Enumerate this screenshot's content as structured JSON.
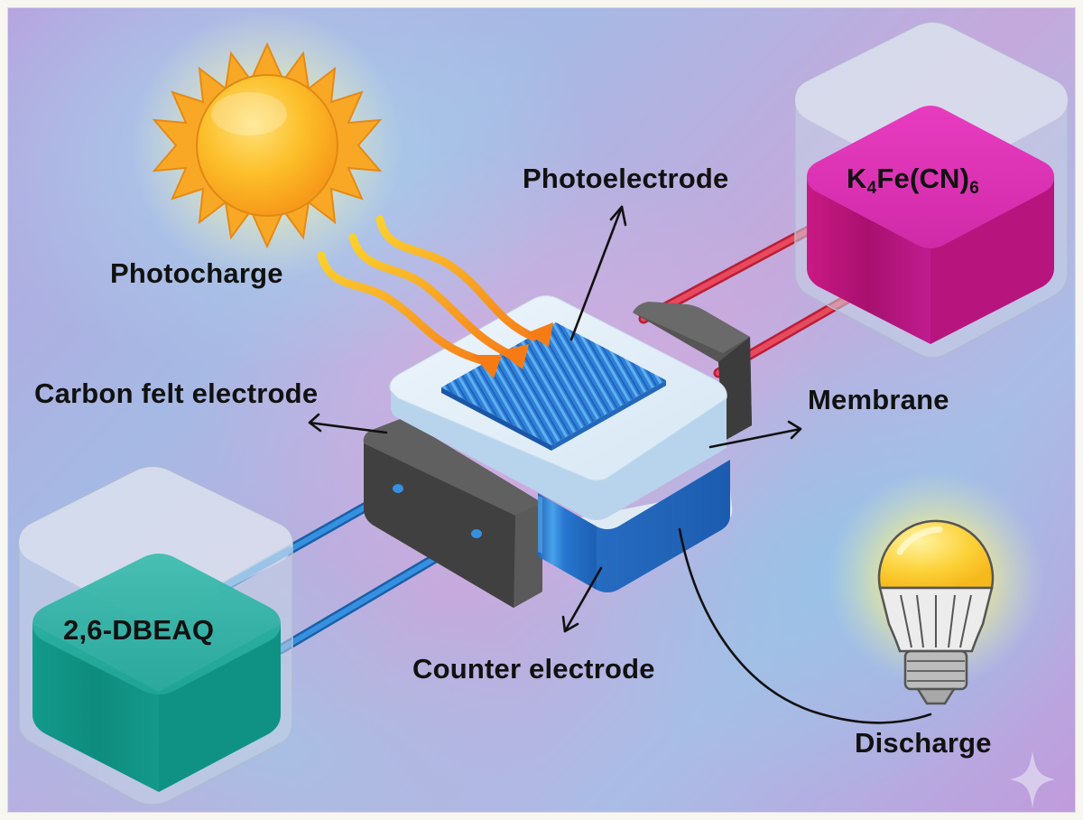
{
  "figure": {
    "type": "schematic diagram",
    "subject": "Solar redox flow battery (photo-rechargeable flow cell)",
    "labels": {
      "photocharge": "Photocharge",
      "photoelectrode": "Photoelectrode",
      "carbon_felt_electrode": "Carbon felt electrode",
      "membrane": "Membrane",
      "counter_electrode": "Counter electrode",
      "discharge": "Discharge",
      "anolyte": "2,6-DBEAQ",
      "catholyte_main": "K",
      "catholyte_sub1": "4",
      "catholyte_mid": "Fe(CN)",
      "catholyte_sub2": "6"
    },
    "components": [
      {
        "name": "sun",
        "role": "light source"
      },
      {
        "name": "light-rays",
        "count": 3,
        "role": "incident photons"
      },
      {
        "name": "flow-cell",
        "parts": [
          "photoelectrode",
          "membrane",
          "carbon felt electrode",
          "counter electrode"
        ]
      },
      {
        "name": "anolyte-tank",
        "content": "2,6-DBEAQ",
        "tube_color": "blue"
      },
      {
        "name": "catholyte-tank",
        "content": "K4Fe(CN)6",
        "tube_color": "red"
      },
      {
        "name": "light-bulb",
        "role": "load during discharge"
      }
    ],
    "colors": {
      "background_start": "#b6a3df",
      "background_end": "#c19bdc",
      "sun": "#fbb321",
      "ray": "#f98a12",
      "photoelectrode": "#2f7fd6",
      "membrane": "#2a78d0",
      "carbon_felt": "#4a4a4a",
      "anolyte": "#139a8a",
      "catholyte": "#d0209a",
      "red_tube": "#e23a4e",
      "blue_tube": "#2b7fd2",
      "bulb": "#fcd23a"
    }
  }
}
